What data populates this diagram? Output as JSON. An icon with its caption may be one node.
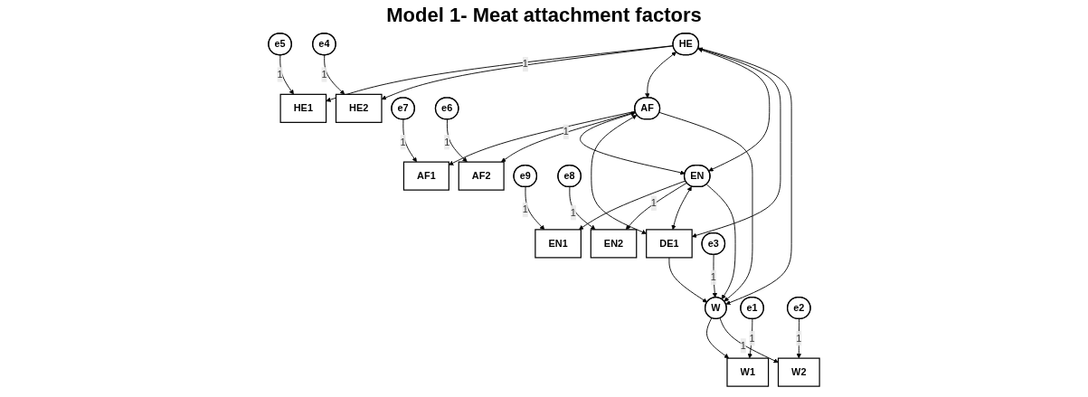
{
  "diagram": {
    "title": "Model 1- Meat attachment factors",
    "nodes": [
      {
        "text": [
          "e5"
        ]
      },
      {
        "text": [
          "HE1"
        ]
      },
      {
        "text": [
          "HE"
        ]
      },
      {
        "text": [
          "e4"
        ]
      },
      {
        "text": [
          "HE2"
        ]
      },
      {
        "text": [
          "e7"
        ]
      },
      {
        "text": [
          "AF1"
        ]
      },
      {
        "text": [
          "AF"
        ]
      },
      {
        "text": [
          "e6"
        ]
      },
      {
        "text": [
          "AF2"
        ]
      },
      {
        "text": [
          "e9"
        ]
      },
      {
        "text": [
          "EN1"
        ]
      },
      {
        "text": [
          "EN"
        ]
      },
      {
        "text": [
          "e8"
        ]
      },
      {
        "text": [
          "EN2"
        ]
      },
      {
        "text": [
          "W"
        ]
      },
      {
        "text": [
          "W1"
        ]
      },
      {
        "text": [
          "e1"
        ]
      },
      {
        "text": [
          "W2"
        ]
      },
      {
        "text": [
          "e2"
        ]
      },
      {
        "text": [
          "e3"
        ]
      },
      {
        "text": [
          "DE1"
        ]
      }
    ],
    "edges": [
      {
        "from": 0,
        "to": 1,
        "arrow": "to",
        "label": "1"
      },
      {
        "from": 3,
        "to": 4,
        "arrow": "to",
        "label": "1"
      },
      {
        "from": 5,
        "to": 6,
        "arrow": "to",
        "label": "1"
      },
      {
        "from": 8,
        "to": 9,
        "arrow": "to",
        "label": "1"
      },
      {
        "from": 10,
        "to": 11,
        "arrow": "to",
        "label": "1"
      },
      {
        "from": 13,
        "to": 14,
        "arrow": "to",
        "label": "1"
      },
      {
        "from": 2,
        "to": 1,
        "arrow": "to"
      },
      {
        "from": 2,
        "to": 4,
        "arrow": "to",
        "label": "1"
      },
      {
        "from": 7,
        "to": 6,
        "arrow": "to"
      },
      {
        "from": 7,
        "to": 9,
        "arrow": "to",
        "label": "1"
      },
      {
        "from": 12,
        "to": 11,
        "arrow": "to"
      },
      {
        "from": 12,
        "to": 14,
        "arrow": "to",
        "label": "1"
      },
      {
        "from": 2,
        "to": 7,
        "arrow": "both"
      },
      {
        "from": 2,
        "to": 12,
        "arrow": "both"
      },
      {
        "from": 2,
        "to": 21,
        "arrow": "both"
      },
      {
        "from": 7,
        "to": 12,
        "arrow": "both"
      },
      {
        "from": 7,
        "to": 21,
        "arrow": "both"
      },
      {
        "from": 12,
        "to": 21,
        "arrow": "both"
      },
      {
        "from": 2,
        "to": 15,
        "arrow": "to"
      },
      {
        "from": 7,
        "to": 15,
        "arrow": "to"
      },
      {
        "from": 12,
        "to": 15,
        "arrow": "to"
      },
      {
        "from": 21,
        "to": 15,
        "arrow": "to"
      },
      {
        "from": 15,
        "to": 16,
        "arrow": "to"
      },
      {
        "from": 15,
        "to": 18,
        "arrow": "to",
        "label": "1"
      },
      {
        "from": 17,
        "to": 16,
        "arrow": "to",
        "label": "1"
      },
      {
        "from": 19,
        "to": 18,
        "arrow": "to",
        "label": "1"
      },
      {
        "from": 20,
        "to": 15,
        "arrow": "to",
        "label": "1"
      }
    ]
  }
}
